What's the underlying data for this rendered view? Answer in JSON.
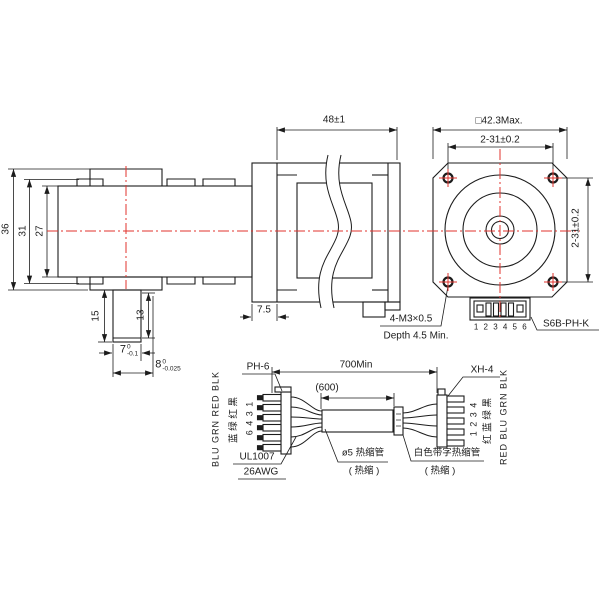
{
  "colors": {
    "line_black": "#1c1c1c",
    "centerline_red": "#e0332e",
    "background": "#ffffff"
  },
  "side_view": {
    "dim_36": "36",
    "dim_31": "31",
    "dim_27": "27",
    "dim_15": "15",
    "dim_13": "13",
    "shaft_flat": {
      "nominal": "7",
      "upper": "0",
      "lower": "-0.1"
    },
    "shaft_dia": {
      "nominal": "8",
      "upper": "0",
      "lower": "-0.025"
    },
    "dim_boss": "7.5",
    "dim_length": "48±1",
    "thread_note": "4-M3×0.5",
    "thread_depth": "Depth 4.5 Min."
  },
  "front_view": {
    "dim_square": "□42.3Max.",
    "dim_holes_h": "2-31±0.2",
    "dim_holes_v": "2-31±0.2",
    "connector_label": "S6B-PH-K",
    "pin_numbers": "1 2 3 4 5 6"
  },
  "cable": {
    "left_connector": "PH-6",
    "right_connector": "XH-4",
    "dim_total": "700Min",
    "dim_tube": "(600)",
    "wire_spec_1": "UL1007",
    "wire_spec_2": "26AWG",
    "tube_label_1": "ø5 热缩管",
    "tube_label_2": "( 热缩 )",
    "band_label_1": "白色带字热缩管",
    "band_label_2": "( 热缩 )",
    "left_colors_en": "BLU GRN RED BLK",
    "left_colors_cn": "蓝 绿 红 黑",
    "left_pin_numbers": "6 4 3 1",
    "right_pin_numbers": "1 2 3 4",
    "right_colors_cn": "红 蓝 绿 黑",
    "right_colors_en": "RED BLU GRN BLK"
  }
}
